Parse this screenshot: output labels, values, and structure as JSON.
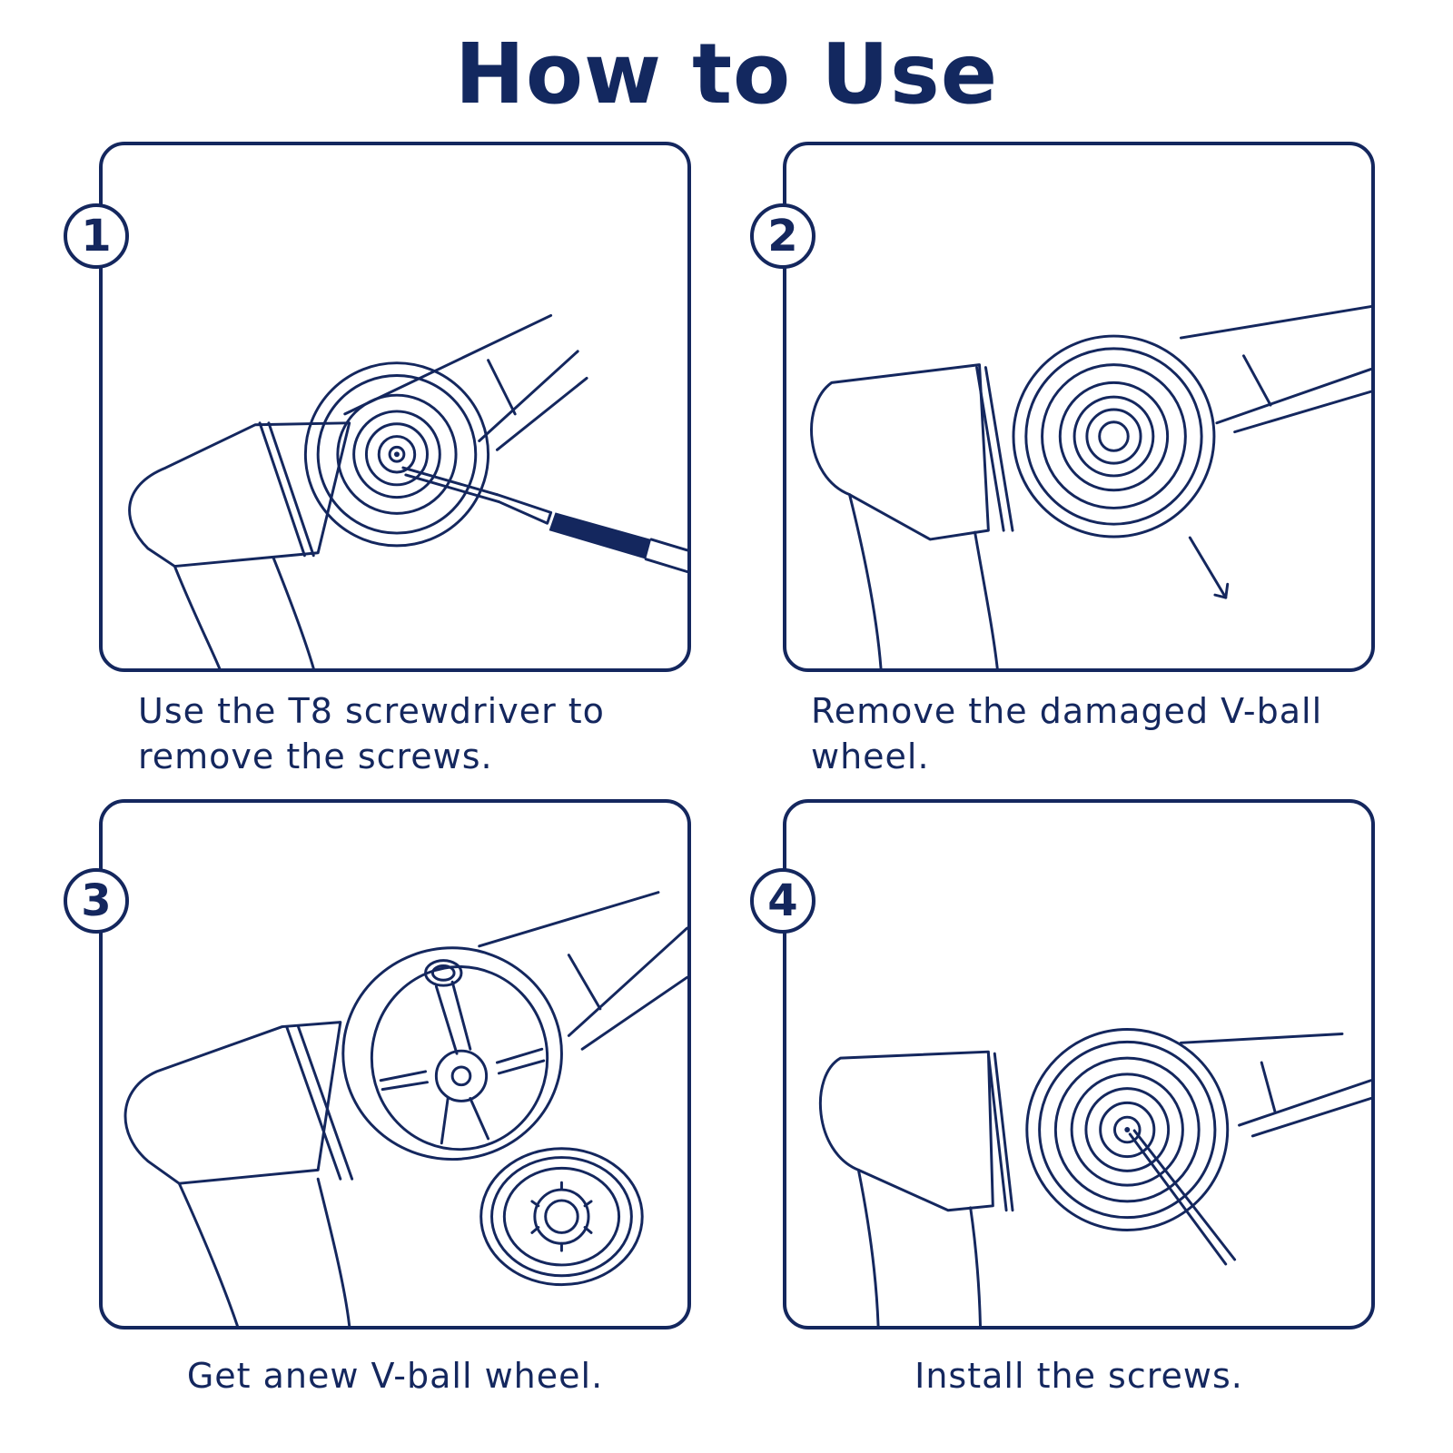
{
  "title": "How to Use",
  "steps": [
    {
      "number": "1",
      "caption": "Use the T8 screwdriver to remove the screws."
    },
    {
      "number": "2",
      "caption": "Remove the damaged V-ball wheel."
    },
    {
      "number": "3",
      "caption": "Get anew V-ball wheel."
    },
    {
      "number": "4",
      "caption": "Install the screws."
    }
  ],
  "colors": {
    "primary": "#14275e",
    "background": "#ffffff",
    "tool_grip": "#14275e"
  }
}
